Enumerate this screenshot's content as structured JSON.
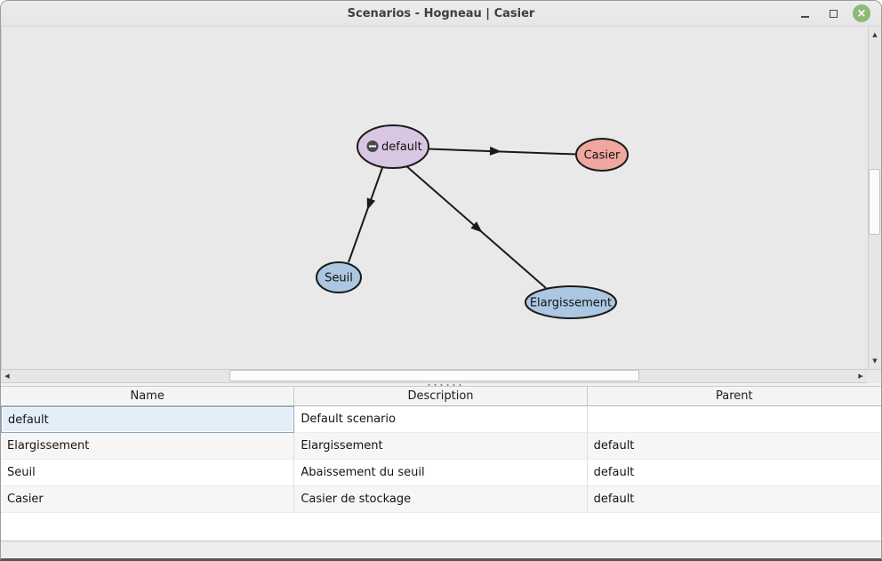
{
  "window": {
    "title": "Scenarios - Hogneau | Casier"
  },
  "icons": {
    "minimize": "minimize-bar",
    "maximize": "maximize-square",
    "close": "×",
    "collapse_badge": "minus-in-circle",
    "scroll_up": "▲",
    "scroll_down": "▼",
    "scroll_left": "◀",
    "scroll_right": "▶",
    "splitter_grip": "dotted-grip"
  },
  "colors": {
    "close_button": "#8fb878",
    "titlebar_bg": "#e8e8e8",
    "graph_bg": "#e9e9e9",
    "edge": "#1a1a1a",
    "node_border": "#1a1a1a",
    "selected_cell_bg": "#e3eef9",
    "selected_cell_border": "#8ca6bd"
  },
  "graph": {
    "nodes": [
      {
        "id": "default",
        "label": "default",
        "color": "#d9c6e3",
        "has_collapse_badge": true
      },
      {
        "id": "Casier",
        "label": "Casier",
        "color": "#f0a79f"
      },
      {
        "id": "Seuil",
        "label": "Seuil",
        "color": "#abc7e2"
      },
      {
        "id": "Elargissement",
        "label": "Elargissement",
        "color": "#abc7e2"
      }
    ],
    "edges": [
      {
        "from": "default",
        "to": "Casier"
      },
      {
        "from": "default",
        "to": "Seuil"
      },
      {
        "from": "default",
        "to": "Elargissement"
      }
    ]
  },
  "table": {
    "headers": [
      "Name",
      "Description",
      "Parent"
    ],
    "rows": [
      {
        "name": "default",
        "description": "Default scenario",
        "parent": "",
        "selected": true
      },
      {
        "name": "Elargissement",
        "description": "Elargissement",
        "parent": "default"
      },
      {
        "name": "Seuil",
        "description": "Abaissement du seuil",
        "parent": "default"
      },
      {
        "name": "Casier",
        "description": "Casier de stockage",
        "parent": "default"
      }
    ]
  }
}
